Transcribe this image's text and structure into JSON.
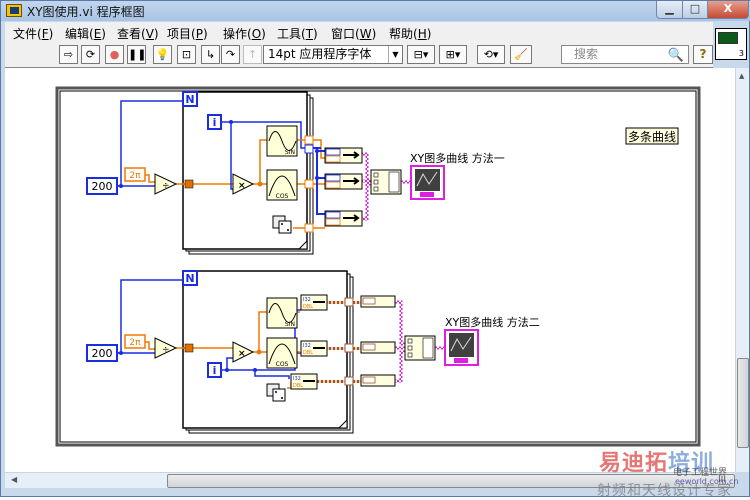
{
  "window": {
    "title": "XY图使用.vi 程序框图",
    "minimize_label": "▁",
    "maximize_label": "□",
    "close_label": "X"
  },
  "menu": [
    {
      "label": "文件",
      "key": "F"
    },
    {
      "label": "编辑",
      "key": "E"
    },
    {
      "label": "查看",
      "key": "V"
    },
    {
      "label": "项目",
      "key": "P"
    },
    {
      "label": "操作",
      "key": "O"
    },
    {
      "label": "工具",
      "key": "T"
    },
    {
      "label": "窗口",
      "key": "W"
    },
    {
      "label": "帮助",
      "key": "H"
    }
  ],
  "toolbar": {
    "buttons": [
      {
        "name": "run-arrow-icon",
        "glyph": "⇨"
      },
      {
        "name": "run-continuously-icon",
        "glyph": "⟳"
      },
      {
        "name": "abort-icon",
        "glyph": "●"
      },
      {
        "name": "pause-icon",
        "glyph": "❚❚"
      },
      {
        "name": "highlight-execution-icon",
        "glyph": "💡"
      },
      {
        "name": "retain-wire-values-icon",
        "glyph": "⊡"
      },
      {
        "name": "step-into-icon",
        "glyph": "↳"
      },
      {
        "name": "step-over-icon",
        "glyph": "↷"
      },
      {
        "name": "step-out-icon",
        "glyph": "↑"
      }
    ],
    "font_selector": "14pt 应用程序字体",
    "align_glyph": "⊟▾",
    "distribute_glyph": "⊞▾",
    "reorder_glyph": "⟲▾",
    "cleanup_glyph": "🧹",
    "search_placeholder": "搜索",
    "help_glyph": "?",
    "vi_icon_number": "3"
  },
  "diagram": {
    "comment": "多条曲线",
    "loop1": {
      "count_terminal": "N",
      "iteration_terminal": "i",
      "constant_n": "200",
      "constant_2pi": "2π",
      "divide_op": "÷",
      "multiply_op": "×",
      "sin_label": "SIN",
      "cos_label": "COS",
      "graph_label": "XY图多曲线 方法一"
    },
    "loop2": {
      "count_terminal": "N",
      "iteration_terminal": "i",
      "constant_n": "200",
      "constant_2pi": "2π",
      "divide_op": "÷",
      "multiply_op": "×",
      "sin_label": "SIN",
      "cos_label": "COS",
      "bundle_top": "I32",
      "bundle_bottom": "DBL",
      "graph_label": "XY图多曲线 方法二"
    },
    "colors": {
      "int_wire": "#1a2ee0",
      "dbl_wire": "#f07800",
      "cluster_wire": "#a0522d",
      "array_cluster_wire": "#e020e0"
    }
  },
  "scrollbars": {
    "h_thumb_glyph": "III",
    "v_thumb_glyph": "≡"
  },
  "watermark": {
    "line1_red": "易迪拓",
    "line1_blue": "培训",
    "line2": "电子工程世界",
    "site": "eeworld.com.cn",
    "line3": "射频和天线设计专家"
  }
}
